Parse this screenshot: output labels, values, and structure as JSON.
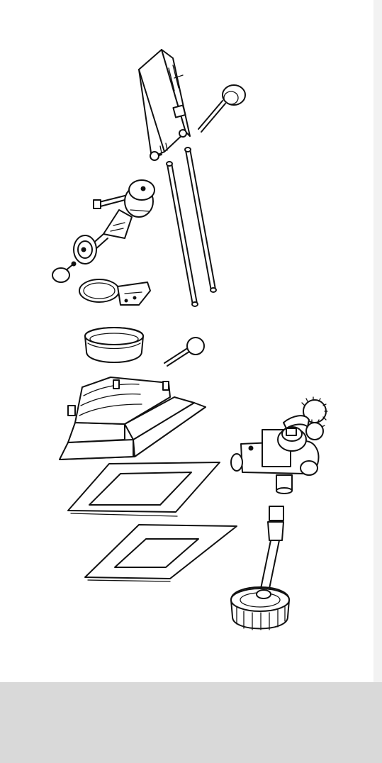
{
  "figure": {
    "kind": "exploded parts drawing (line art)",
    "background": "#ffffff",
    "ink": "#111111",
    "footer_band_color": "#d9d9d9",
    "right_rail_color": "#f2f2f2"
  },
  "parts": [
    {
      "id": "lens-board",
      "icon": "lens-board-plate"
    },
    {
      "id": "short-locking-pin",
      "icon": "pin-with-round-knob"
    },
    {
      "id": "guide-rod-left",
      "icon": "long-rod"
    },
    {
      "id": "guide-rod-right",
      "icon": "long-rod"
    },
    {
      "id": "focus-knob-assembly",
      "icon": "knob-with-shaft"
    },
    {
      "id": "small-thumbscrew",
      "icon": "small-screw"
    },
    {
      "id": "mounting-ring-bracket",
      "icon": "ring-with-bracket"
    },
    {
      "id": "bellows-adapter-ring",
      "icon": "thick-ring"
    },
    {
      "id": "long-locking-pin",
      "icon": "pin-with-round-knob"
    },
    {
      "id": "bellows-frame",
      "icon": "rectangular-frame-box"
    },
    {
      "id": "gear-clamp-block",
      "icon": "clamp-with-gears"
    },
    {
      "id": "gasket-frame-upper",
      "icon": "flat-frame"
    },
    {
      "id": "gasket-frame-lower",
      "icon": "flat-frame"
    },
    {
      "id": "drive-shaft-with-nut",
      "icon": "shaft-with-knurled-nut"
    }
  ]
}
